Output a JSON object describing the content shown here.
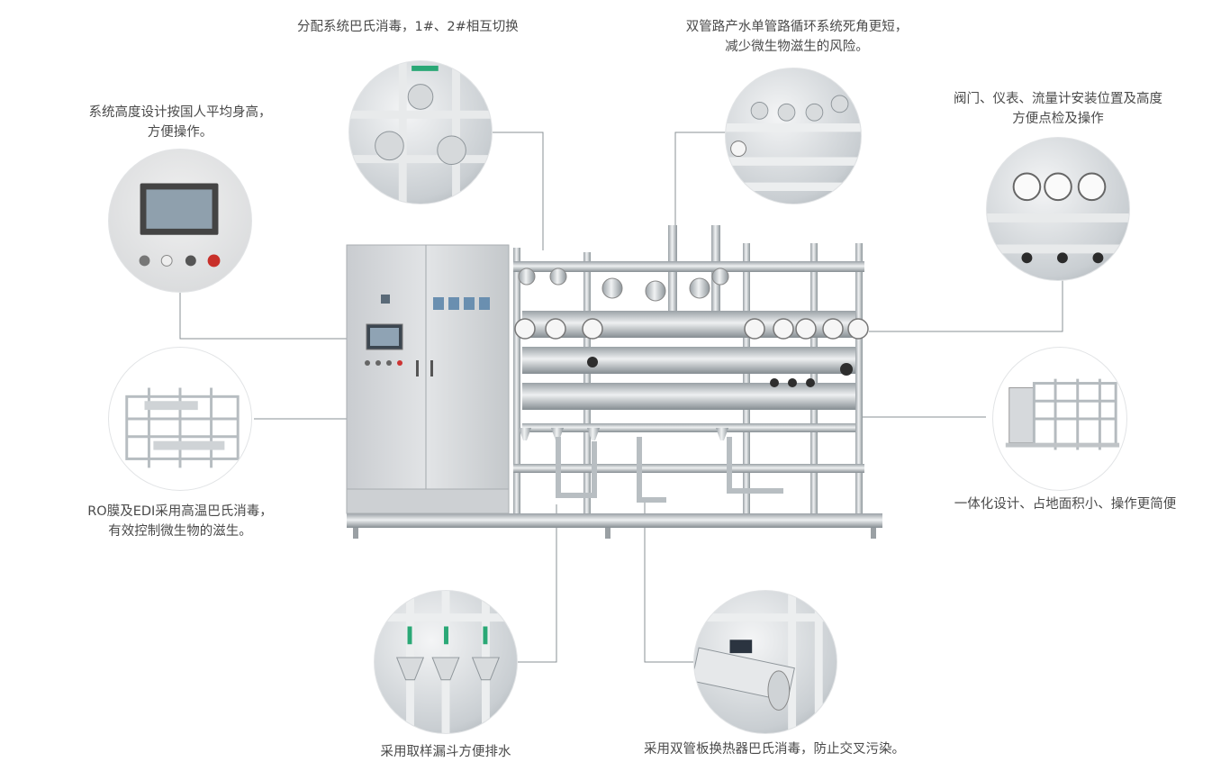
{
  "features": {
    "top_left": {
      "caption": "分配系统巴氏消毒，1#、2#相互切换"
    },
    "top_right": {
      "caption_line1": "双管路产水单管路循环系统死角更短，",
      "caption_line2": "减少微生物滋生的风险。"
    },
    "left_top": {
      "caption_line1": "系统高度设计按国人平均身高，",
      "caption_line2": "方便操作。"
    },
    "right_top": {
      "caption_line1": "阀门、仪表、流量计安装位置及高度",
      "caption_line2": "方便点检及操作"
    },
    "left_mid": {
      "caption_line1": "RO膜及EDI采用高温巴氏消毒，",
      "caption_line2": "有效控制微生物的滋生。"
    },
    "right_mid": {
      "caption": "一体化设计、占地面积小、操作更简便"
    },
    "bottom_left": {
      "caption": "采用取样漏斗方便排水"
    },
    "bottom_right": {
      "caption": "采用双管板换热器巴氏消毒，防止交叉污染。"
    }
  },
  "colors": {
    "line": "#8a9096",
    "steel": "#c3c8cc",
    "cabinet": "#d3d6d9",
    "text": "#4a4a4a"
  }
}
